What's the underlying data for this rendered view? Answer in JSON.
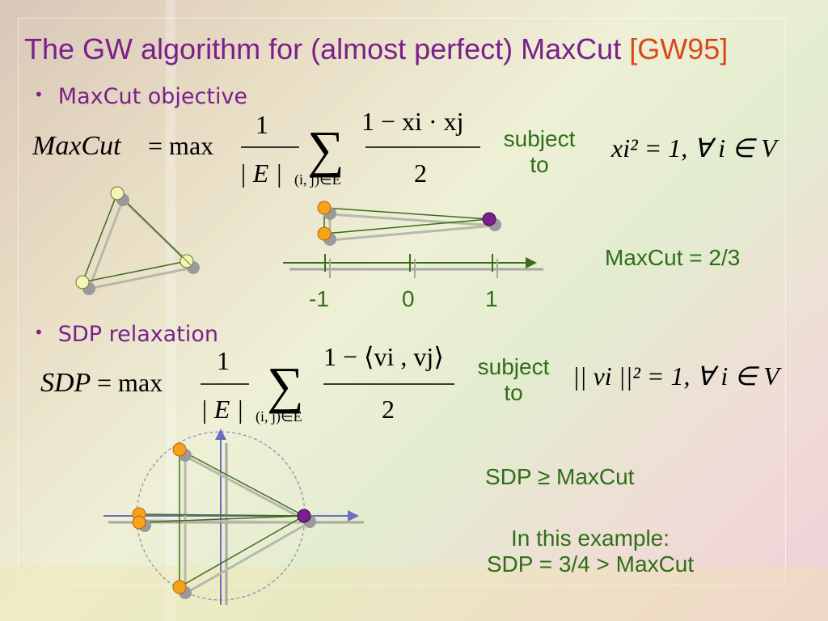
{
  "slide": {
    "title": "The GW algorithm for (almost perfect) MaxCut",
    "title_ref": "[GW95]",
    "bullet_1": "MaxCut objective",
    "bullet_2": "SDP relaxation",
    "maxcut_lhs": "MaxCut",
    "sdp_lhs": "SDP",
    "equals_max": "= max",
    "frac_one": "1",
    "frac_E": "| E |",
    "sum_sub": "(i, j)∈E",
    "maxcut_numerator": "1 − xi · xj",
    "sdp_numerator": "1 − ⟨vi , vj⟩",
    "denominator_2": "2",
    "subject_to_1": "subject",
    "subject_to_2": "to",
    "maxcut_constraint": "xi² = 1, ∀ i ∈ V",
    "sdp_constraint": "|| vi ||² = 1, ∀ i ∈ V",
    "axis_labels": [
      "-1",
      "0",
      "1"
    ],
    "maxcut_value": "MaxCut = 2/3",
    "sdp_ge": "SDP ≥ MaxCut",
    "example_line1": "In this example:",
    "example_line2": "SDP = 3/4 > MaxCut"
  },
  "colors": {
    "title": "#7a1f8c",
    "title_ref": "#d8491a",
    "green_text": "#2f6f18",
    "orange_node": "#f7a21b",
    "purple_node": "#7a1f8c",
    "pale_node": "#f5f5b8",
    "axis": "#3d6b1f",
    "vertical_axis": "#6b6fbf"
  }
}
